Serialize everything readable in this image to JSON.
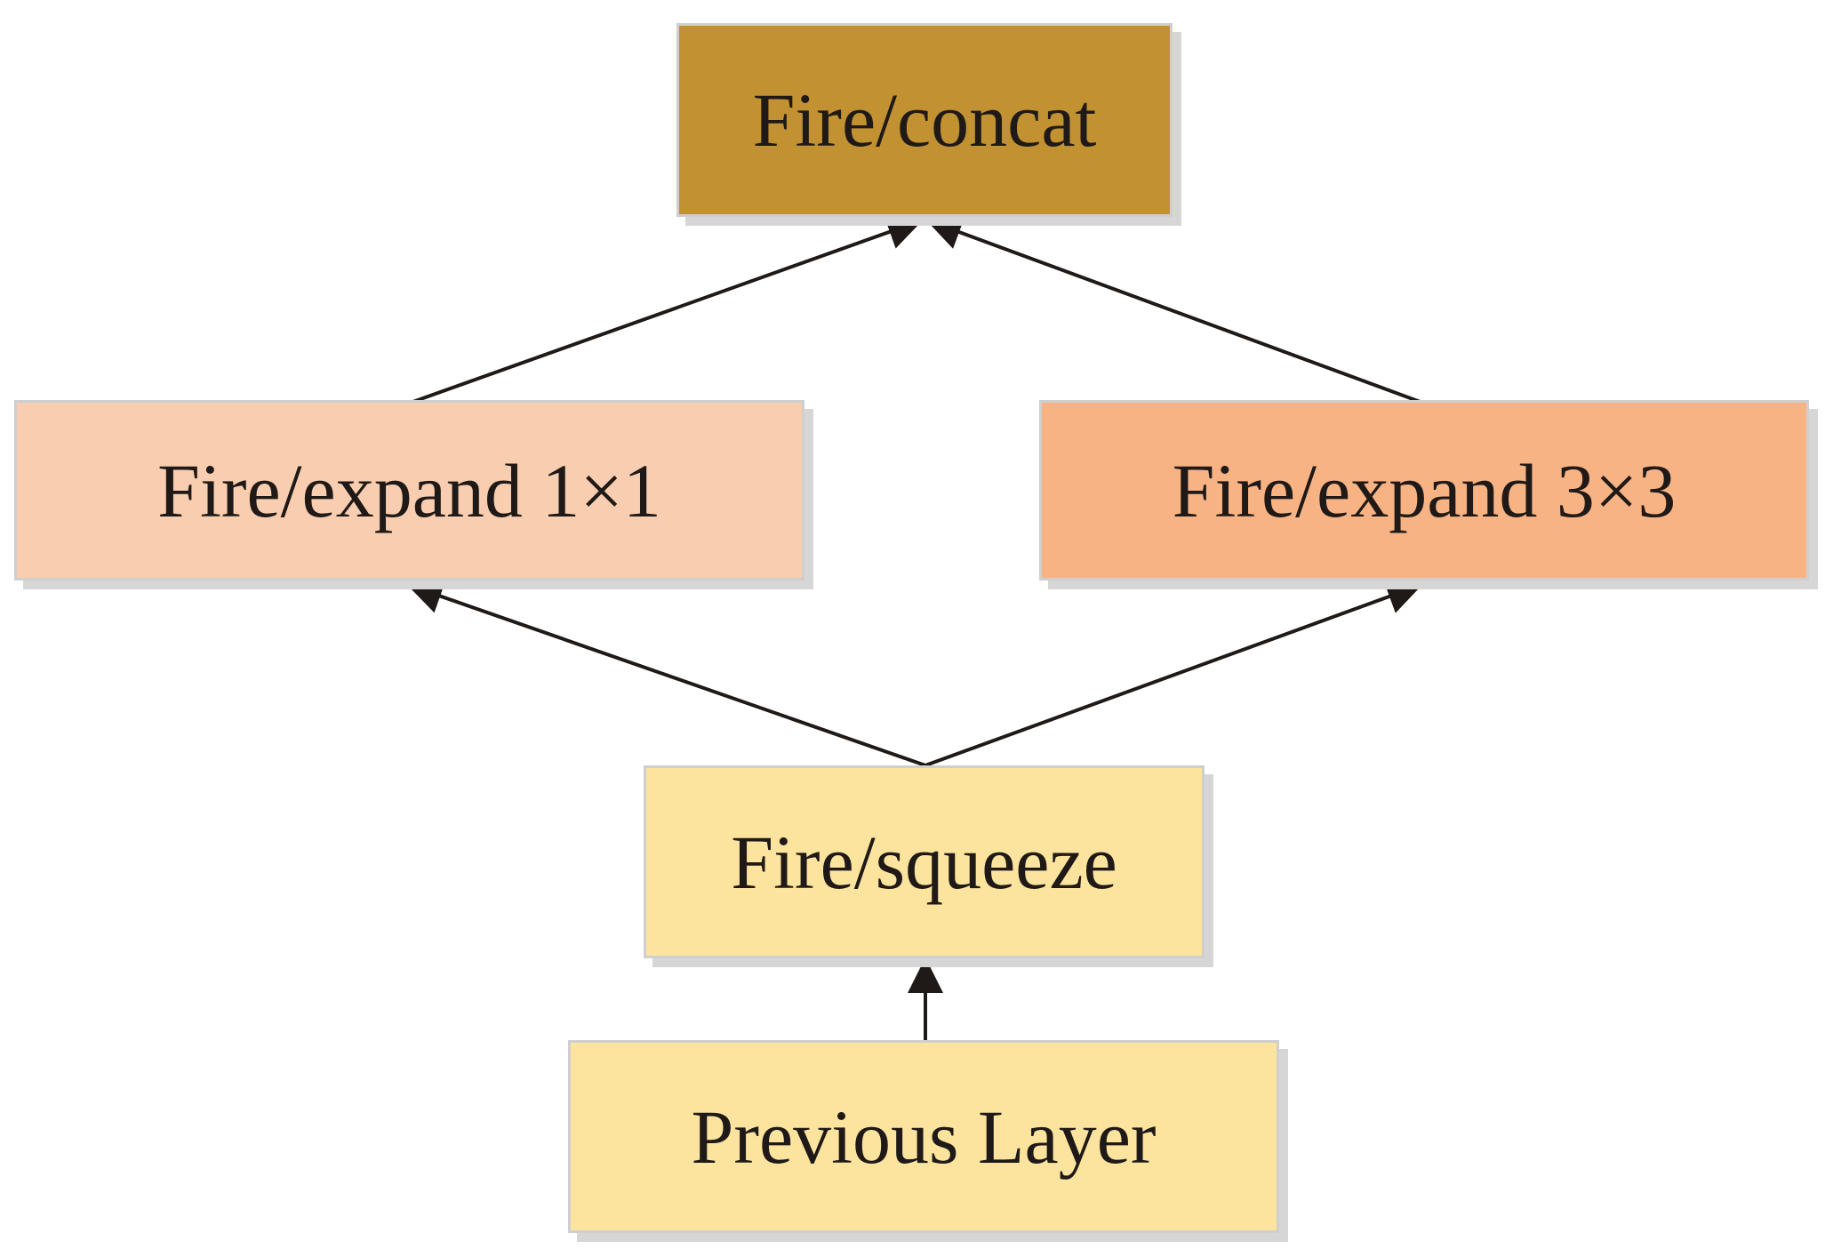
{
  "colors": {
    "concat": "#c29131",
    "expand_1x1": "#f9ceb0",
    "expand_3x3": "#f8b384",
    "squeeze": "#fde49e",
    "previous": "#fde49e",
    "arrow": "#1f1a17"
  },
  "nodes": {
    "concat": "Fire/concat",
    "expand_1x1": "Fire/expand 1×1",
    "expand_3x3": "Fire/expand 3×3",
    "squeeze": "Fire/squeeze",
    "previous": "Previous Layer"
  },
  "edges": [
    {
      "from": "previous",
      "to": "squeeze"
    },
    {
      "from": "squeeze",
      "to": "expand_1x1"
    },
    {
      "from": "squeeze",
      "to": "expand_3x3"
    },
    {
      "from": "expand_1x1",
      "to": "concat"
    },
    {
      "from": "expand_3x3",
      "to": "concat"
    }
  ]
}
